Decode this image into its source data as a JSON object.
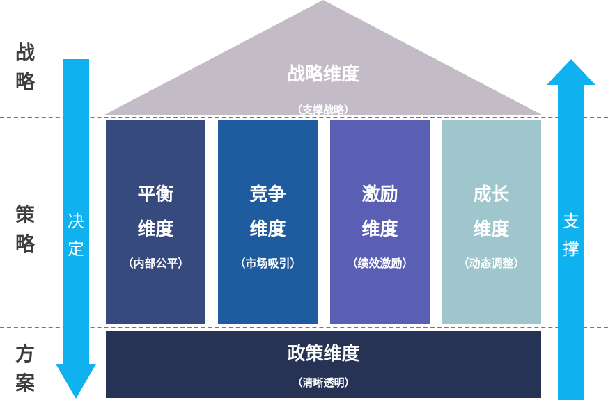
{
  "left_labels": {
    "strategy": [
      "战",
      "略"
    ],
    "tactics": [
      "策",
      "略"
    ],
    "plan": [
      "方",
      "案"
    ]
  },
  "arrows": {
    "left_text": [
      "决",
      "定"
    ],
    "right_text": [
      "支",
      "撑"
    ],
    "color": "#0fb1ef"
  },
  "roof": {
    "title": "战略维度",
    "subtitle": "（支撑战略）",
    "color": "#c3bcc7"
  },
  "pillars": [
    {
      "line1": "平衡",
      "line2": "维度",
      "sub": "（内部公平）",
      "color": "#374a7d"
    },
    {
      "line1": "竞争",
      "line2": "维度",
      "sub": "（市场吸引）",
      "color": "#1f5b9f"
    },
    {
      "line1": "激励",
      "line2": "维度",
      "sub": "（绩效激励）",
      "color": "#5a5fb3"
    },
    {
      "line1": "成长",
      "line2": "维度",
      "sub": "（动态调整）",
      "color": "#9fc6cc"
    }
  ],
  "base": {
    "title": "政策维度",
    "subtitle": "（清晰透明）",
    "color": "#263354"
  }
}
